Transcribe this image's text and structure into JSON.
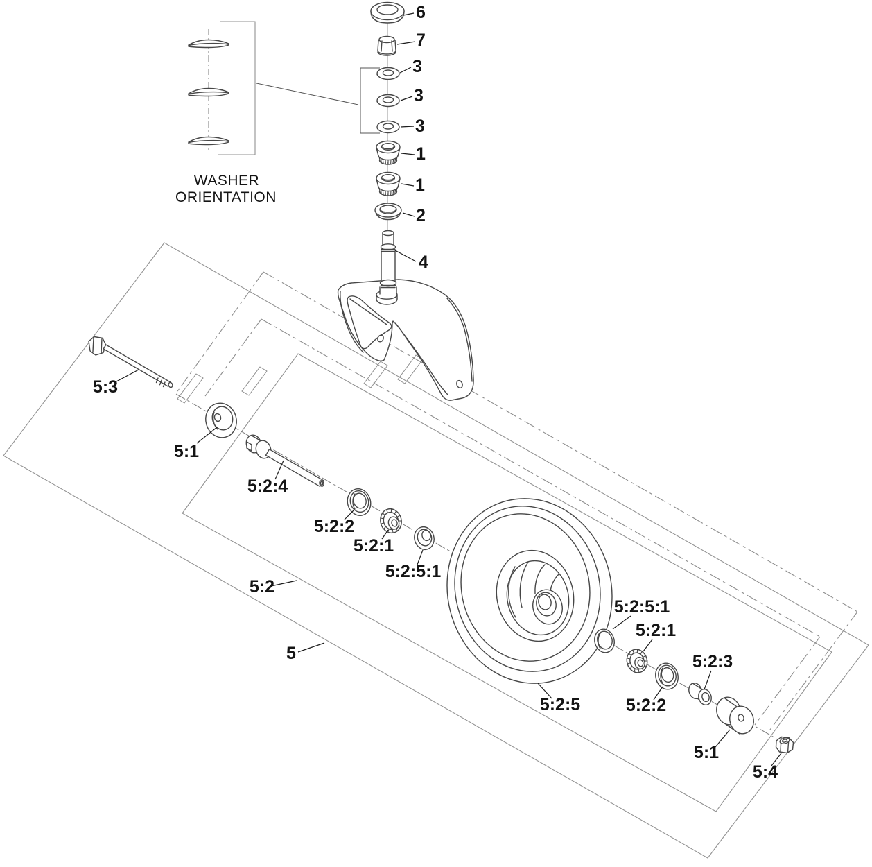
{
  "diagram": {
    "kind": "exploded parts diagram",
    "subject": "caster wheel assembly",
    "background": "#ffffff",
    "line_color": "#474747",
    "phantom_color": "#8d8d8d",
    "label_color": "#141414"
  },
  "detail": {
    "line1": "WASHER",
    "line2": "ORIENTATION"
  },
  "callouts": {
    "c6": "6",
    "c7": "7",
    "c3a": "3",
    "c3b": "3",
    "c3c": "3",
    "c1a": "1",
    "c1b": "1",
    "c2": "2",
    "c4": "4",
    "c53": "5:3",
    "c51L": "5:1",
    "c524": "5:2:4",
    "c522L": "5:2:2",
    "c521L": "5:2:1",
    "c5251L": "5:2:5:1",
    "c52": "5:2",
    "c5": "5",
    "c525": "5:2:5",
    "c5251R": "5:2:5:1",
    "c521R": "5:2:1",
    "c522R": "5:2:2",
    "c523": "5:2:3",
    "c51R": "5:1",
    "c54": "5:4"
  }
}
